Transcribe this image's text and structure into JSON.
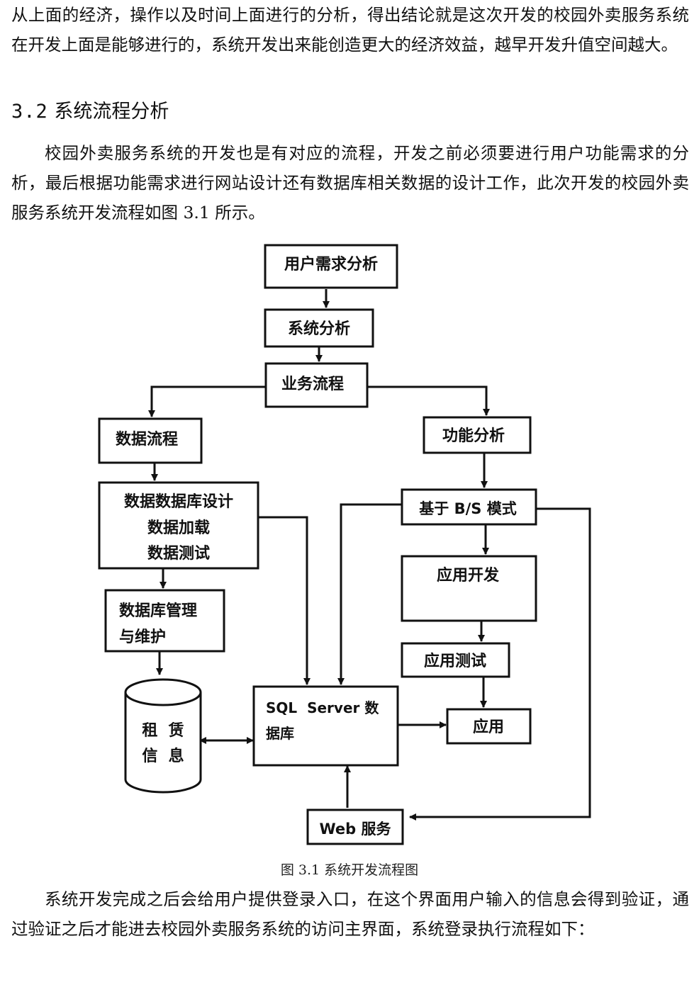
{
  "paragraphs": {
    "intro_continued": "从上面的经济，操作以及时间上面进行的分析，得出结论就是这次开发的校园外卖服务系统在开发上面是能够进行的，系统开发出来能创造更大的经济效益，越早开发升值空间越大。",
    "flow_description": "校园外卖服务系统的开发也是有对应的流程，开发之前必须要进行用户功能需求的分析，最后根据功能需求进行网站设计还有数据库相关数据的设计工作，此次开发的校园外卖服务系统开发流程如图 3.1 所示。",
    "login_description": "系统开发完成之后会给用户提供登录入口，在这个界面用户输入的信息会得到验证，通过验证之后才能进去校园外卖服务系统的访问主界面，系统登录执行流程如下："
  },
  "section": {
    "number": "3.2",
    "title": "系统流程分析"
  },
  "figure": {
    "caption": "图 3.1  系统开发流程图",
    "nodes": {
      "user_requirements": "用户需求分析",
      "system_analysis": "系统分析",
      "business_process": "业务流程",
      "data_flow": "数据流程",
      "function_analysis": "功能分析",
      "db_design_line1": "数据数据库设计",
      "db_design_line2": "数据加载",
      "db_design_line3": "数据测试",
      "bs_mode": "基于 B/S 模式",
      "app_development": "应用开发",
      "db_maintenance_line1": "数据库管理",
      "db_maintenance_line2": "与维护",
      "app_testing": "应用测试",
      "rental_info_line1": "租  赁",
      "rental_info_line2": "信  息",
      "sql_server_line1": "SQL  Server 数",
      "sql_server_line2": "据库",
      "application": "应用",
      "web_service": "Web 服务"
    }
  }
}
